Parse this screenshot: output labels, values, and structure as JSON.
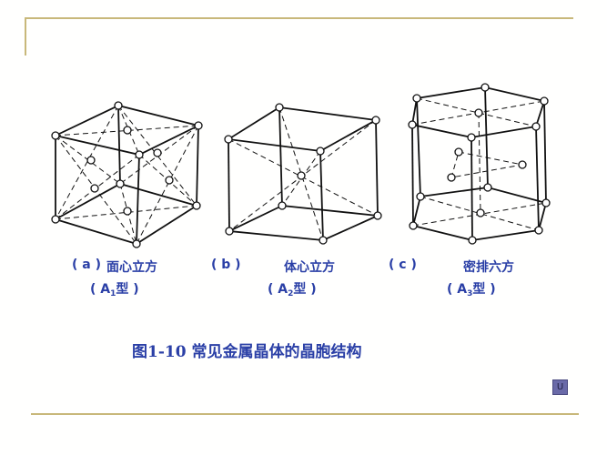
{
  "figures": [
    {
      "id": "a",
      "tag": "( a )",
      "name": "面心立方",
      "type_prefix": "( A",
      "type_sub": "1",
      "type_suffix": "型 )"
    },
    {
      "id": "b",
      "tag": "( b )",
      "name": "体心立方",
      "type_prefix": "( A",
      "type_sub": "2",
      "type_suffix": "型 )"
    },
    {
      "id": "c",
      "tag": "( c )",
      "name": "密排六方",
      "type_prefix": "( A",
      "type_sub": "3",
      "type_suffix": "型 )"
    }
  ],
  "caption": "图1-10  常见金属晶体的晶胞结构",
  "nav_button": {
    "label": "U",
    "icon": "return-icon"
  },
  "colors": {
    "text": "#2a3fa6",
    "rule": "#c8b87a",
    "line": "#111111",
    "button": "#6a6aa8"
  }
}
